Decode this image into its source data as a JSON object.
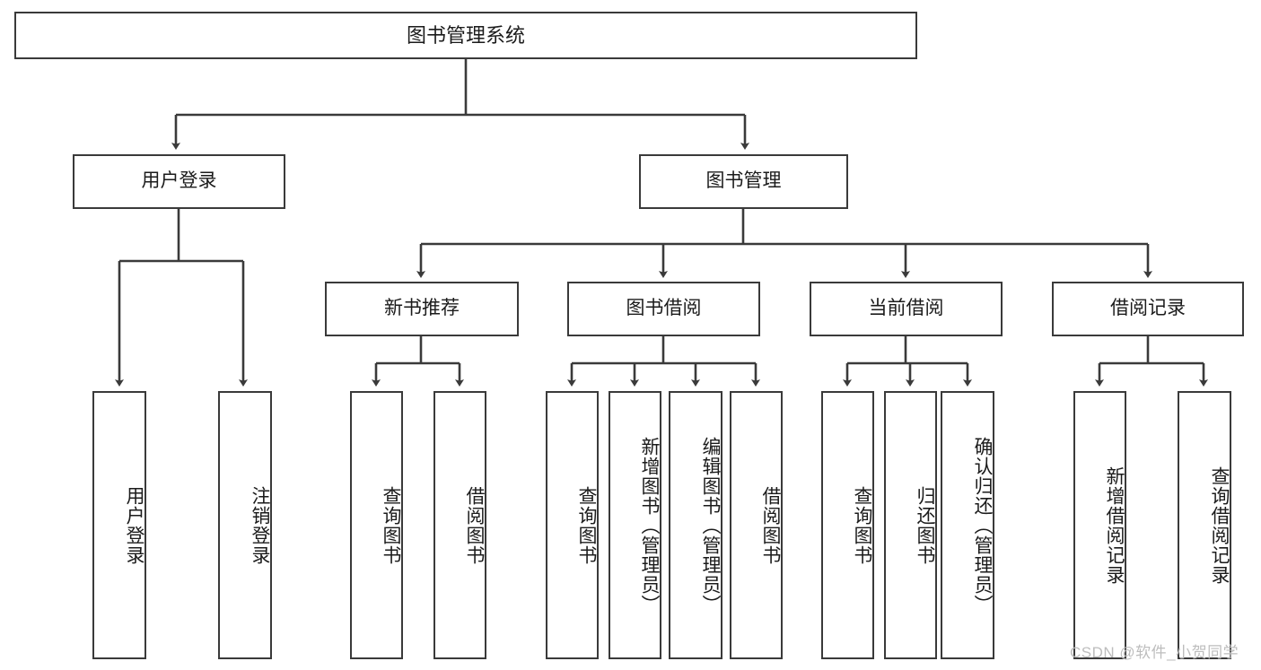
{
  "diagram": {
    "type": "tree",
    "title": "图书管理系统",
    "root": {
      "label": "图书管理系统"
    },
    "level2": [
      {
        "label": "用户登录"
      },
      {
        "label": "图书管理"
      }
    ],
    "level3": [
      {
        "label": "新书推荐"
      },
      {
        "label": "图书借阅"
      },
      {
        "label": "当前借阅"
      },
      {
        "label": "借阅记录"
      }
    ],
    "leaves": {
      "user_login": [
        {
          "label": "用户登录"
        },
        {
          "label": "注销登录"
        }
      ],
      "new_book_recommend": [
        {
          "label": "查询图书"
        },
        {
          "label": "借阅图书"
        }
      ],
      "book_borrow": [
        {
          "label": "查询图书"
        },
        {
          "label": "新增图书（管理员）"
        },
        {
          "label": "编辑图书（管理员）"
        },
        {
          "label": "借阅图书"
        }
      ],
      "current_borrow": [
        {
          "label": "查询图书"
        },
        {
          "label": "归还图书"
        },
        {
          "label": "确认归还（管理员）"
        }
      ],
      "borrow_record": [
        {
          "label": "新增借阅记录"
        },
        {
          "label": "查询借阅记录"
        }
      ]
    }
  },
  "watermark": {
    "text": "CSDN @软件_小贺同学"
  },
  "colors": {
    "stroke": "#3a3a3a",
    "text": "#1b1b1b",
    "background": "#ffffff",
    "watermark": "#bdbdbd"
  }
}
